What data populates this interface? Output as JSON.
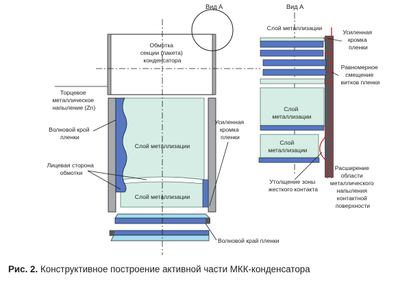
{
  "left_view": {
    "view_label": "Вид A",
    "winding_label": [
      "Обмотка",
      "секции (пакета)",
      "конденсатора"
    ],
    "end_spray_label": [
      "Торцевое",
      "металлическое",
      "напыление (Zn)"
    ],
    "wavy_edge_label": [
      "Волновой крой",
      "пленки"
    ],
    "face_label": [
      "Лицевая сторона",
      "обмотки"
    ],
    "reinforced_edge_label": [
      "Усиленная",
      "кромка",
      "пленки"
    ],
    "metallization_big": "Слой металлизации",
    "metallization_small": "Слой металлизации",
    "wavy_edge_bottom_label": "Волновой край пленки"
  },
  "right_view": {
    "view_label": "Вид A",
    "metallization_top": "Слой металлизации",
    "reinforced_edge_label": [
      "Усиленная",
      "кромка",
      "пленки"
    ],
    "offset_label": [
      "Равномерное",
      "смещение",
      "витков пленки"
    ],
    "metallization_mid": [
      "Слой",
      "металлизации"
    ],
    "metallization_low": [
      "Слой",
      "металлизации"
    ],
    "thickening_label": [
      "Утолщение зоны",
      "жесткого контакта"
    ],
    "expansion_label": [
      "Расширение",
      "области",
      "металлического",
      "напыления",
      "контактной",
      "поверхности"
    ]
  },
  "caption": {
    "prefix": "Рис. 2.",
    "text": "Конструктивное построение активной части МКК-конденсатора"
  },
  "colors": {
    "metallization": "#d5ede4",
    "metallization_border": "#4f7d6a",
    "film_blue": "#5577c4",
    "spray_gray": "#a7a9ac",
    "dark_gray": "#555759",
    "contact_red": "#d42027",
    "light_blue": "#a5dcee"
  }
}
